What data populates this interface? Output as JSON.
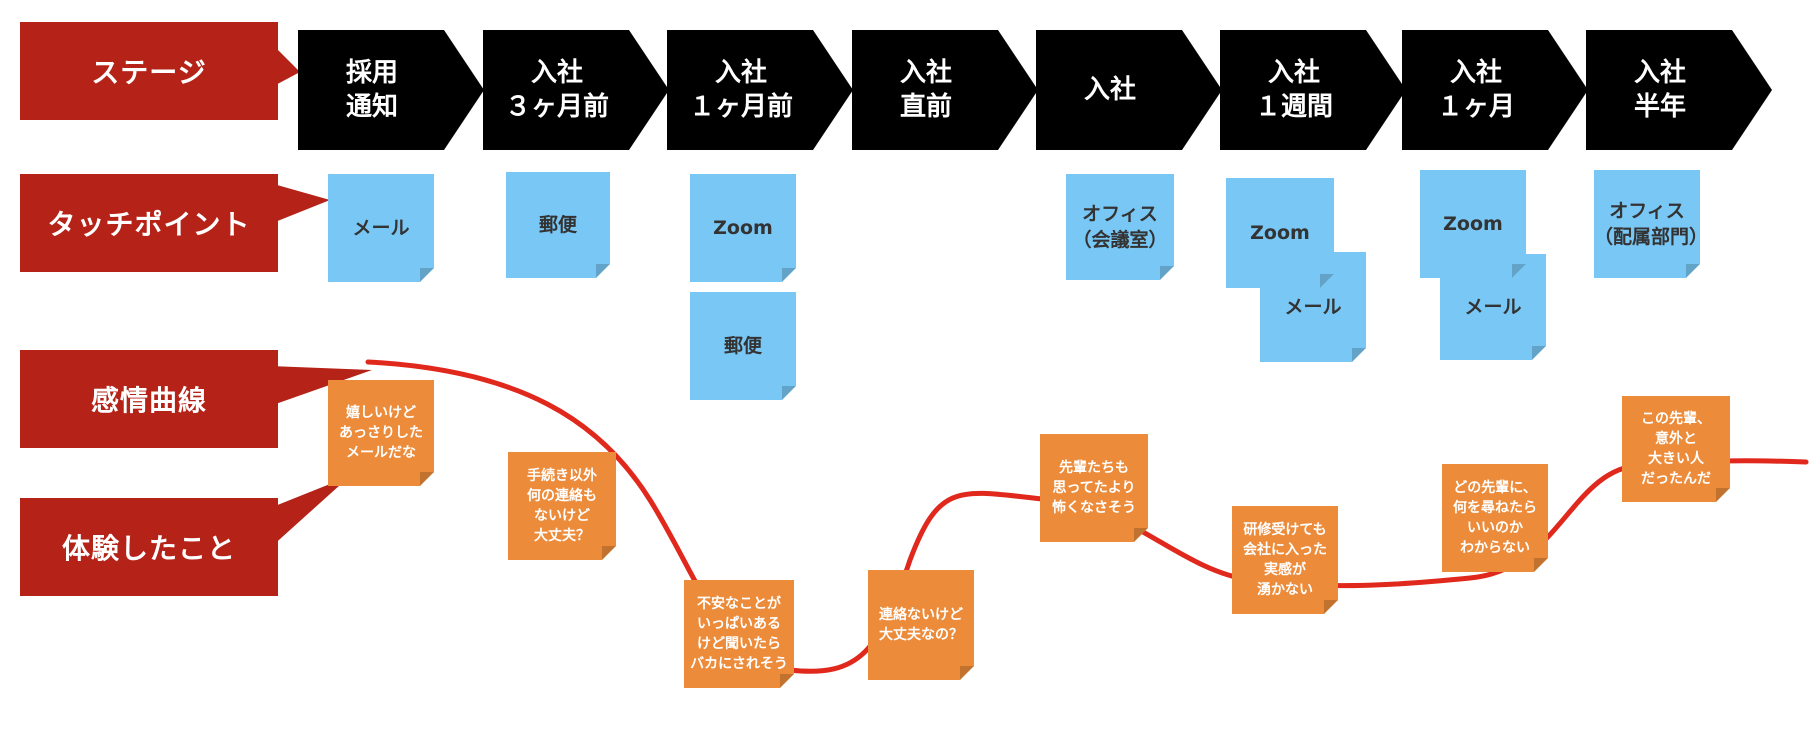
{
  "rows": {
    "stage": "ステージ",
    "touchpoint": "タッチポイント",
    "emotion_curve": "感情曲線",
    "experience": "体験したこと"
  },
  "stages": [
    "採用\n通知",
    "入社\n３ヶ月前",
    "入社\n１ヶ月前",
    "入社\n直前",
    "入社",
    "入社\n１週間",
    "入社\n１ヶ月",
    "入社\n半年"
  ],
  "touchpoints": [
    {
      "stage": "採用通知",
      "items": [
        "メール"
      ]
    },
    {
      "stage": "入社３ヶ月前",
      "items": [
        "郵便"
      ]
    },
    {
      "stage": "入社１ヶ月前",
      "items": [
        "Zoom",
        "郵便"
      ]
    },
    {
      "stage": "入社",
      "items": [
        "オフィス\n（会議室）"
      ]
    },
    {
      "stage": "入社１週間",
      "items": [
        "Zoom",
        "メール"
      ]
    },
    {
      "stage": "入社１ヶ月",
      "items": [
        "Zoom",
        "メール"
      ]
    },
    {
      "stage": "入社半年",
      "items": [
        "オフィス\n（配属部門）"
      ]
    }
  ],
  "experiences": [
    "嬉しいけど\nあっさりした\nメールだな",
    "手続き以外\n何の連絡も\nないけど\n大丈夫？",
    "不安なことが\nいっぱいある\nけど聞いたら\nバカにされそう",
    "連絡ないけど\n大丈夫なの？",
    "先輩たちも\n思ってたより\n怖くなさそう",
    "研修受けても\n会社に入った\n実感が\n湧かない",
    "どの先輩に、\n何を尋ねたら\nいいのか\nわからない",
    "この先輩、\n意外と\n大きい人\nだったんだ"
  ],
  "colors": {
    "label_red": "#b52217",
    "chevron": "#000000",
    "touchpoint_blue": "#79c7f5",
    "experience_orange": "#ec8b3a",
    "curve_red": "#e0281c"
  }
}
